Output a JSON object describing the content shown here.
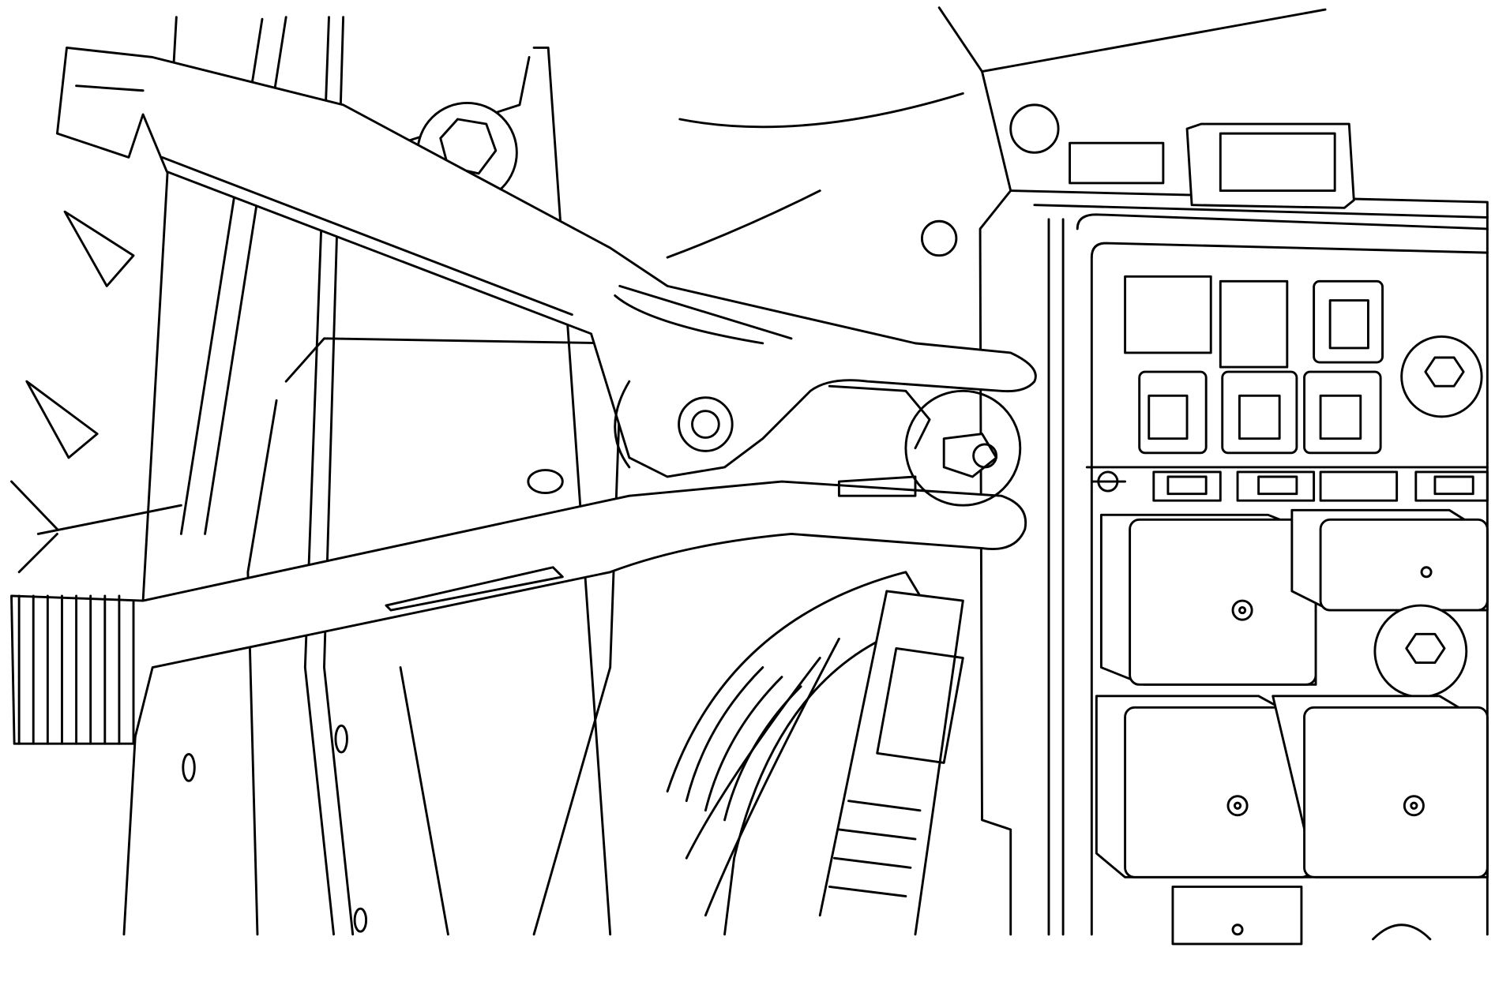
{
  "colors": {
    "stroke": "#000000",
    "background": "#ffffff"
  },
  "icons": [
    "jumper-clamp",
    "fuse-box",
    "relay",
    "bolt",
    "cable"
  ]
}
